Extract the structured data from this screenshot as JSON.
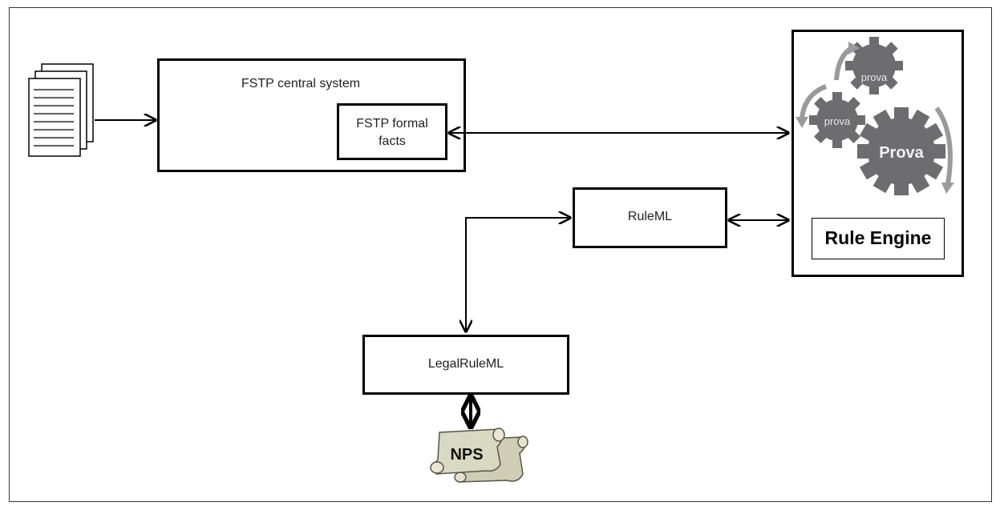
{
  "nodes": {
    "central": "FSTP central system",
    "formal_facts": "FSTP  formal\nfacts",
    "ruleml": "RuleML",
    "legalruleml": "LegalRuleML",
    "rule_engine": "Rule Engine",
    "nps": "NPS",
    "gear_small_top": "prova",
    "gear_small_left": "prova",
    "gear_big": "Prova"
  },
  "icons": {
    "documents": "document-stack-icon",
    "gears": "gear-icon",
    "scroll": "scroll-icon"
  },
  "colors": {
    "stroke": "#000000",
    "gear": "#6d6d6f",
    "gear_arrow": "#9a9a9a",
    "scroll_fill": "#d9d8c2",
    "scroll_stroke": "#55554a"
  }
}
